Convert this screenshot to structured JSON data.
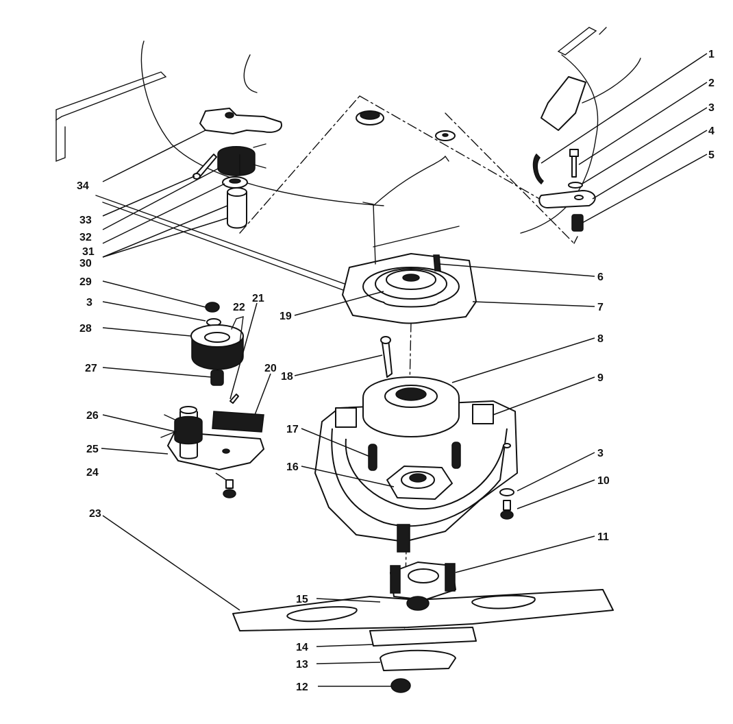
{
  "callouts": {
    "c1": "1",
    "c2": "2",
    "c3a": "3",
    "c4": "4",
    "c5": "5",
    "c6": "6",
    "c7": "7",
    "c8": "8",
    "c9": "9",
    "c3b": "3",
    "c10": "10",
    "c11": "11",
    "c12": "12",
    "c13": "13",
    "c14": "14",
    "c15": "15",
    "c16": "16",
    "c17": "17",
    "c18": "18",
    "c19": "19",
    "c20": "20",
    "c21": "21",
    "c22": "22",
    "c23": "23",
    "c24": "24",
    "c25": "25",
    "c26": "26",
    "c27": "27",
    "c28": "28",
    "c3c": "3",
    "c29": "29",
    "c30": "30",
    "c31": "31",
    "c32": "32",
    "c33": "33",
    "c34": "34"
  }
}
